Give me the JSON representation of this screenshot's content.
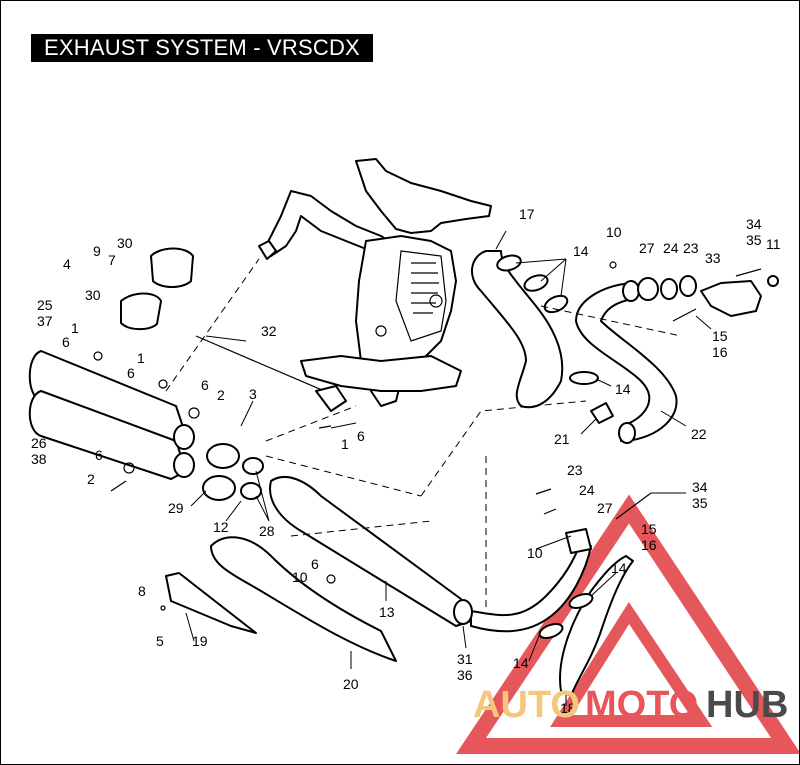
{
  "title": "EXHAUST SYSTEM - VRSCDX",
  "labels": {
    "l1a": "1",
    "l1b": "1",
    "l1c": "1",
    "l2a": "2",
    "l2b": "2",
    "l3": "3",
    "l4": "4",
    "l5": "5",
    "l6a": "6",
    "l6b": "6",
    "l6c": "6",
    "l6d": "6",
    "l6e": "6",
    "l6f": "6",
    "l7": "7",
    "l8": "8",
    "l9": "9",
    "l10a": "10",
    "l10b": "10",
    "l10c": "10",
    "l11": "11",
    "l12": "12",
    "l13": "13",
    "l14a": "14",
    "l14b": "14",
    "l14c": "14",
    "l14d": "14",
    "l15a": "15",
    "l16a": "16",
    "l15b": "15",
    "l16b": "16",
    "l17": "17",
    "l18": "18",
    "l19": "19",
    "l20": "20",
    "l21": "21",
    "l22": "22",
    "l23a": "23",
    "l23b": "23",
    "l24a": "24",
    "l24b": "24",
    "l25": "25",
    "l37": "37",
    "l26": "26",
    "l38": "38",
    "l27a": "27",
    "l27b": "27",
    "l28": "28",
    "l29": "29",
    "l30a": "30",
    "l30b": "30",
    "l31": "31",
    "l36": "36",
    "l32": "32",
    "l33": "33",
    "l34a": "34",
    "l35a": "35",
    "l34b": "34",
    "l35b": "35"
  },
  "watermark": {
    "word_a": "AUTO",
    "word_b": "MOTO",
    "word_c": "HUB",
    "color_a": "#f5c77e",
    "color_b": "#e8555a",
    "color_c": "#4a4a4a",
    "triangle_color": "#e03a3e"
  }
}
